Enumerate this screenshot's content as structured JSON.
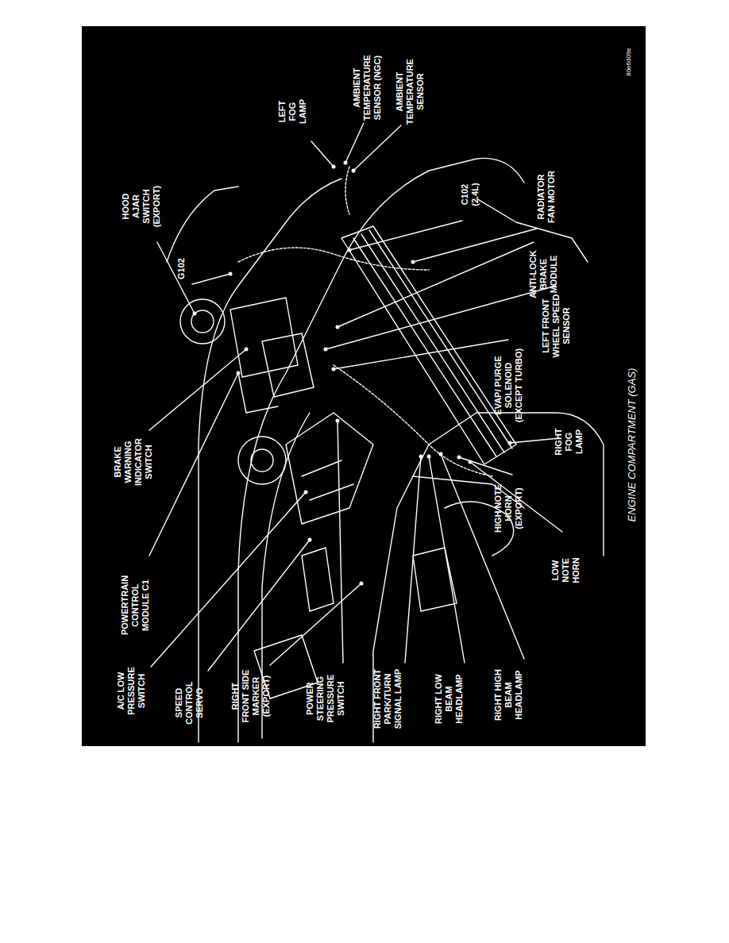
{
  "diagram": {
    "caption": "ENGINE COMPARTMENT (GAS)",
    "labels": [
      "A/C LOW PRESSURE SWITCH",
      "SPEED CONTROL SERVO",
      "RIGHT FRONT SIDE MARKER (EXPORT)",
      "POWER STEERING PRESSURE SWITCH",
      "RIGHT FRONT PARK/TURN SIGNAL LAMP",
      "RIGHT LOW BEAM HEADLAMP",
      "RIGHT HIGH BEAM HEADLAMP",
      "LOW NOTE HORN",
      "HIGH NOTE HORN (EXPORT)",
      "RIGHT FOG LAMP",
      "EVAP/ PURGE SOLENOID (EXCEPT TURBO)",
      "LEFT FRONT WHEEL SPEED SENSOR",
      "ANTI-LOCK BRAKE MODULE",
      "RADIATOR FAN MOTOR",
      "C102 (2.4L)",
      "LEFT FOG LAMP",
      "AMBIENT TEMPERATURE SENSOR (NGC)",
      "AMBIENT TEMPERATURE SENSOR",
      "HOOD AJAR SWITCH (EXPORT)",
      "G102",
      "BRAKE WARNING INDICATOR SWITCH",
      "POWERTRAIN CONTROL MODULE C1",
      "80e6d09e"
    ]
  }
}
